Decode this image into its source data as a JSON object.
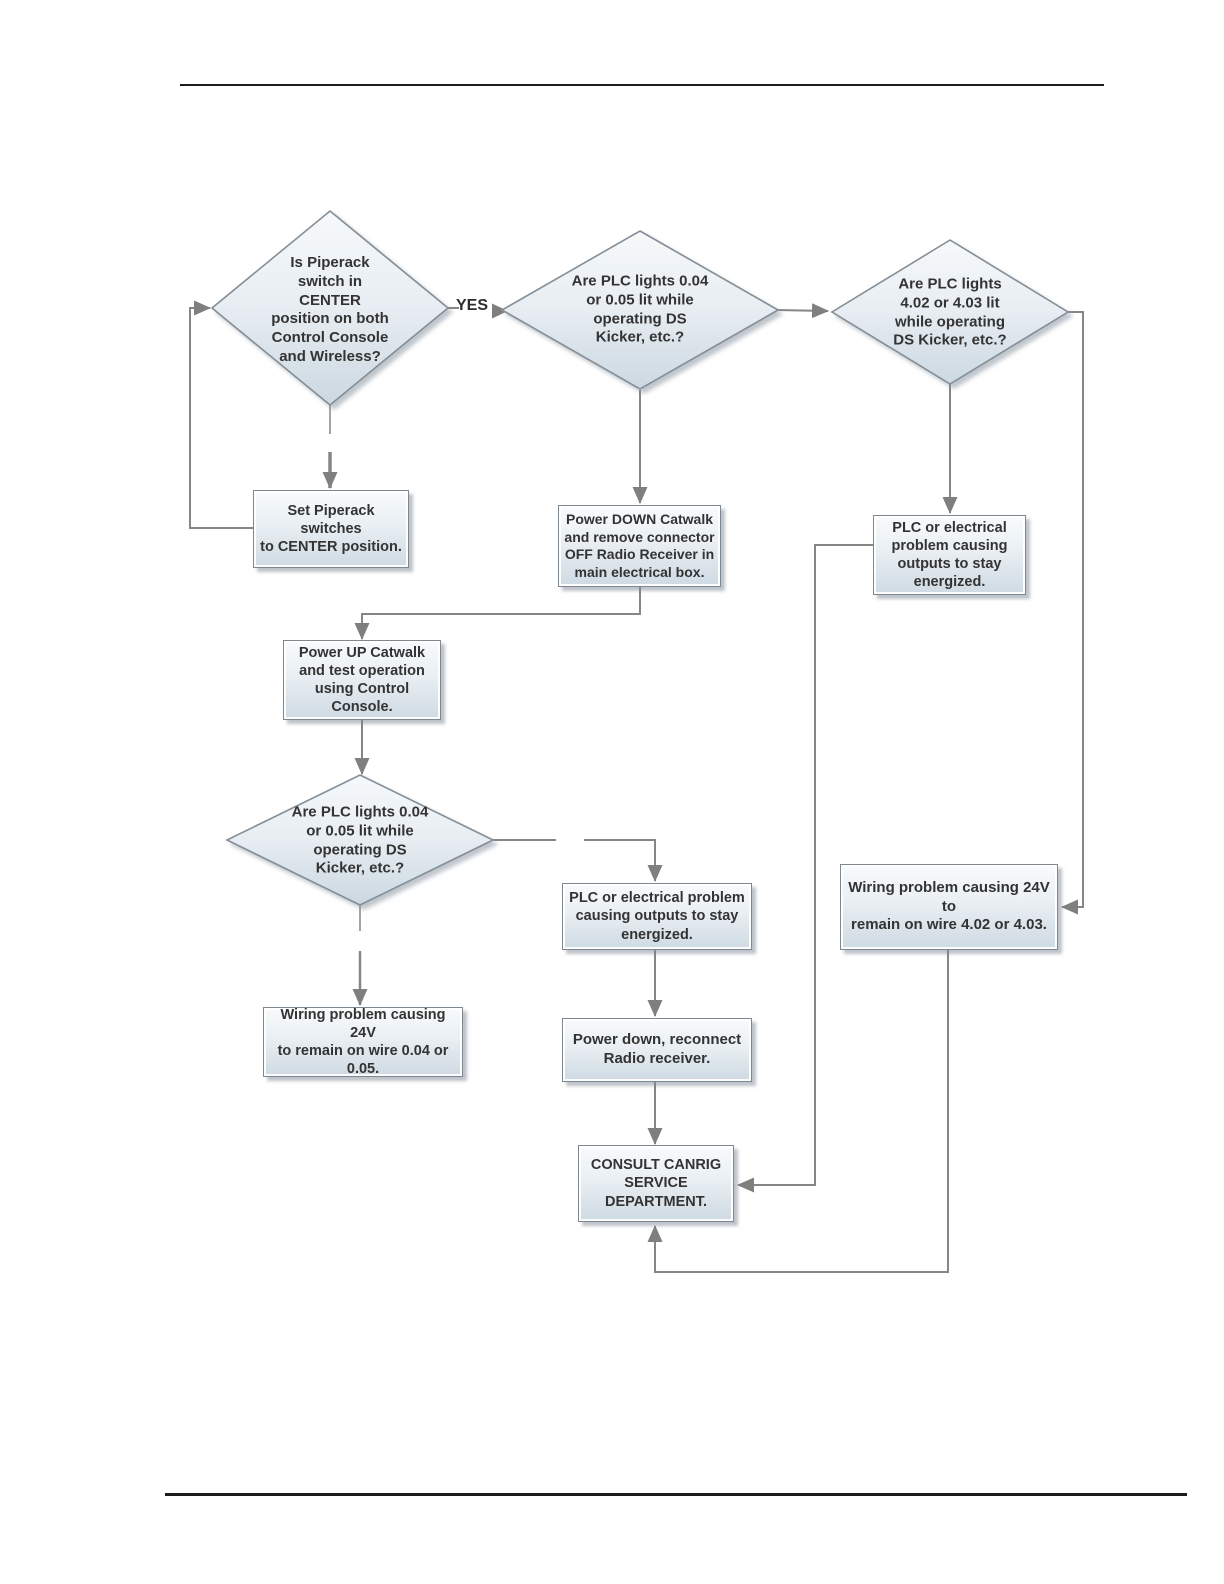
{
  "document": {
    "kind": "manual-page-flowchart",
    "header_rule": true,
    "footer_rule": true
  },
  "flowchart": {
    "yes_label": "YES",
    "nodes": {
      "d1": {
        "shape": "decision",
        "text": "Is Piperack\nswitch in\nCENTER\nposition on both\nControl Console\nand Wireless?"
      },
      "d2": {
        "shape": "decision",
        "text": "Are PLC lights 0.04\nor 0.05 lit while\noperating DS\nKicker, etc.?"
      },
      "d3": {
        "shape": "decision",
        "text": "Are PLC lights\n4.02 or 4.03 lit\nwhile operating\nDS Kicker, etc.?"
      },
      "set_switches": {
        "shape": "process",
        "text": "Set Piperack switches\nto CENTER position."
      },
      "power_down": {
        "shape": "process",
        "text": "Power DOWN Catwalk\nand remove connector\nOFF Radio Receiver in\nmain electrical box."
      },
      "plc_problem_right": {
        "shape": "process",
        "text": "PLC or electrical\nproblem causing\noutputs to stay\nenergized."
      },
      "power_up": {
        "shape": "process",
        "text": "Power UP Catwalk\nand test operation\nusing Control\nConsole."
      },
      "d4": {
        "shape": "decision",
        "text": "Are PLC lights 0.04\nor 0.05 lit while\noperating DS\nKicker, etc.?"
      },
      "plc_problem_mid": {
        "shape": "process",
        "text": "PLC or electrical problem\ncausing outputs to stay\nenergized."
      },
      "wiring_402": {
        "shape": "process",
        "text": "Wiring problem causing 24V to\nremain on wire 4.02 or 4.03."
      },
      "wiring_004": {
        "shape": "process",
        "text": "Wiring problem causing 24V\nto remain on wire 0.04 or\n0.05."
      },
      "reconnect": {
        "shape": "process",
        "text": "Power down, reconnect\nRadio receiver."
      },
      "consult": {
        "shape": "terminal",
        "text": "CONSULT CANRIG\nSERVICE\nDEPARTMENT."
      }
    },
    "edges": [
      {
        "from": "d1",
        "to": "d2",
        "label": "YES"
      },
      {
        "from": "d1",
        "to": "set_switches"
      },
      {
        "from": "set_switches",
        "to": "d1"
      },
      {
        "from": "d2",
        "to": "power_down"
      },
      {
        "from": "d2",
        "to": "d3"
      },
      {
        "from": "d3",
        "to": "plc_problem_right"
      },
      {
        "from": "d3",
        "to": "wiring_402"
      },
      {
        "from": "power_down",
        "to": "power_up"
      },
      {
        "from": "power_up",
        "to": "d4"
      },
      {
        "from": "d4",
        "to": "plc_problem_mid"
      },
      {
        "from": "d4",
        "to": "wiring_004"
      },
      {
        "from": "plc_problem_mid",
        "to": "reconnect"
      },
      {
        "from": "reconnect",
        "to": "consult"
      },
      {
        "from": "plc_problem_right",
        "to": "consult"
      },
      {
        "from": "wiring_402",
        "to": "consult"
      }
    ],
    "colors": {
      "shape_fill_top": "#f6f9fb",
      "shape_fill_bottom": "#ccd8e1",
      "shape_border": "#7e8890",
      "connector": "#868686",
      "arrowhead": "#7f7f7f",
      "text": "#333333",
      "rule": "#1c1c1c"
    }
  }
}
